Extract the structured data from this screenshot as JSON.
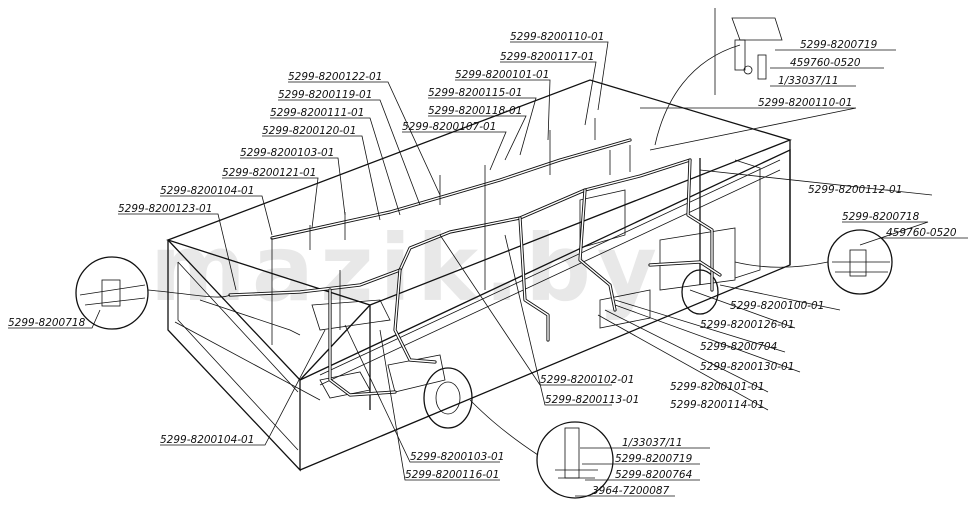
{
  "watermark": "mazik.by",
  "labels": {
    "l01": "5299-8200110-01",
    "l02": "5299-8200117-01",
    "l03": "5299-8200101-01",
    "l04": "5299-8200115-01",
    "l05": "5299-8200118-01",
    "l06": "5299-8200107-01",
    "l07": "5299-8200122-01",
    "l08": "5299-8200119-01",
    "l09": "5299-8200111-01",
    "l10": "5299-8200120-01",
    "l11": "5299-8200103-01",
    "l12": "5299-8200121-01",
    "l13": "5299-8200104-01",
    "l14": "5299-8200123-01",
    "l15": "5299-8200718",
    "l16": "5299-8200719",
    "l17": "459760-0520",
    "l18": "1/33037/11",
    "l19": "5299-8200110-01",
    "l20": "5299-8200112-01",
    "l21": "5299-8200718",
    "l22": "459760-0520",
    "l23": "5299-8200100-01",
    "l24": "5299-8200126-01",
    "l25": "5299-8200704",
    "l26": "5299-8200130-01",
    "l27": "5299-8200101-01",
    "l28": "5299-8200114-01",
    "l29": "5299-8200102-01",
    "l30": "5299-8200113-01",
    "l31": "5299-8200104-01",
    "l32": "5299-8200103-01",
    "l33": "5299-8200116-01",
    "l34": "1/33037/11",
    "l35": "5299-8200719",
    "l36": "5299-8200764",
    "l37": "3964-7200087"
  }
}
